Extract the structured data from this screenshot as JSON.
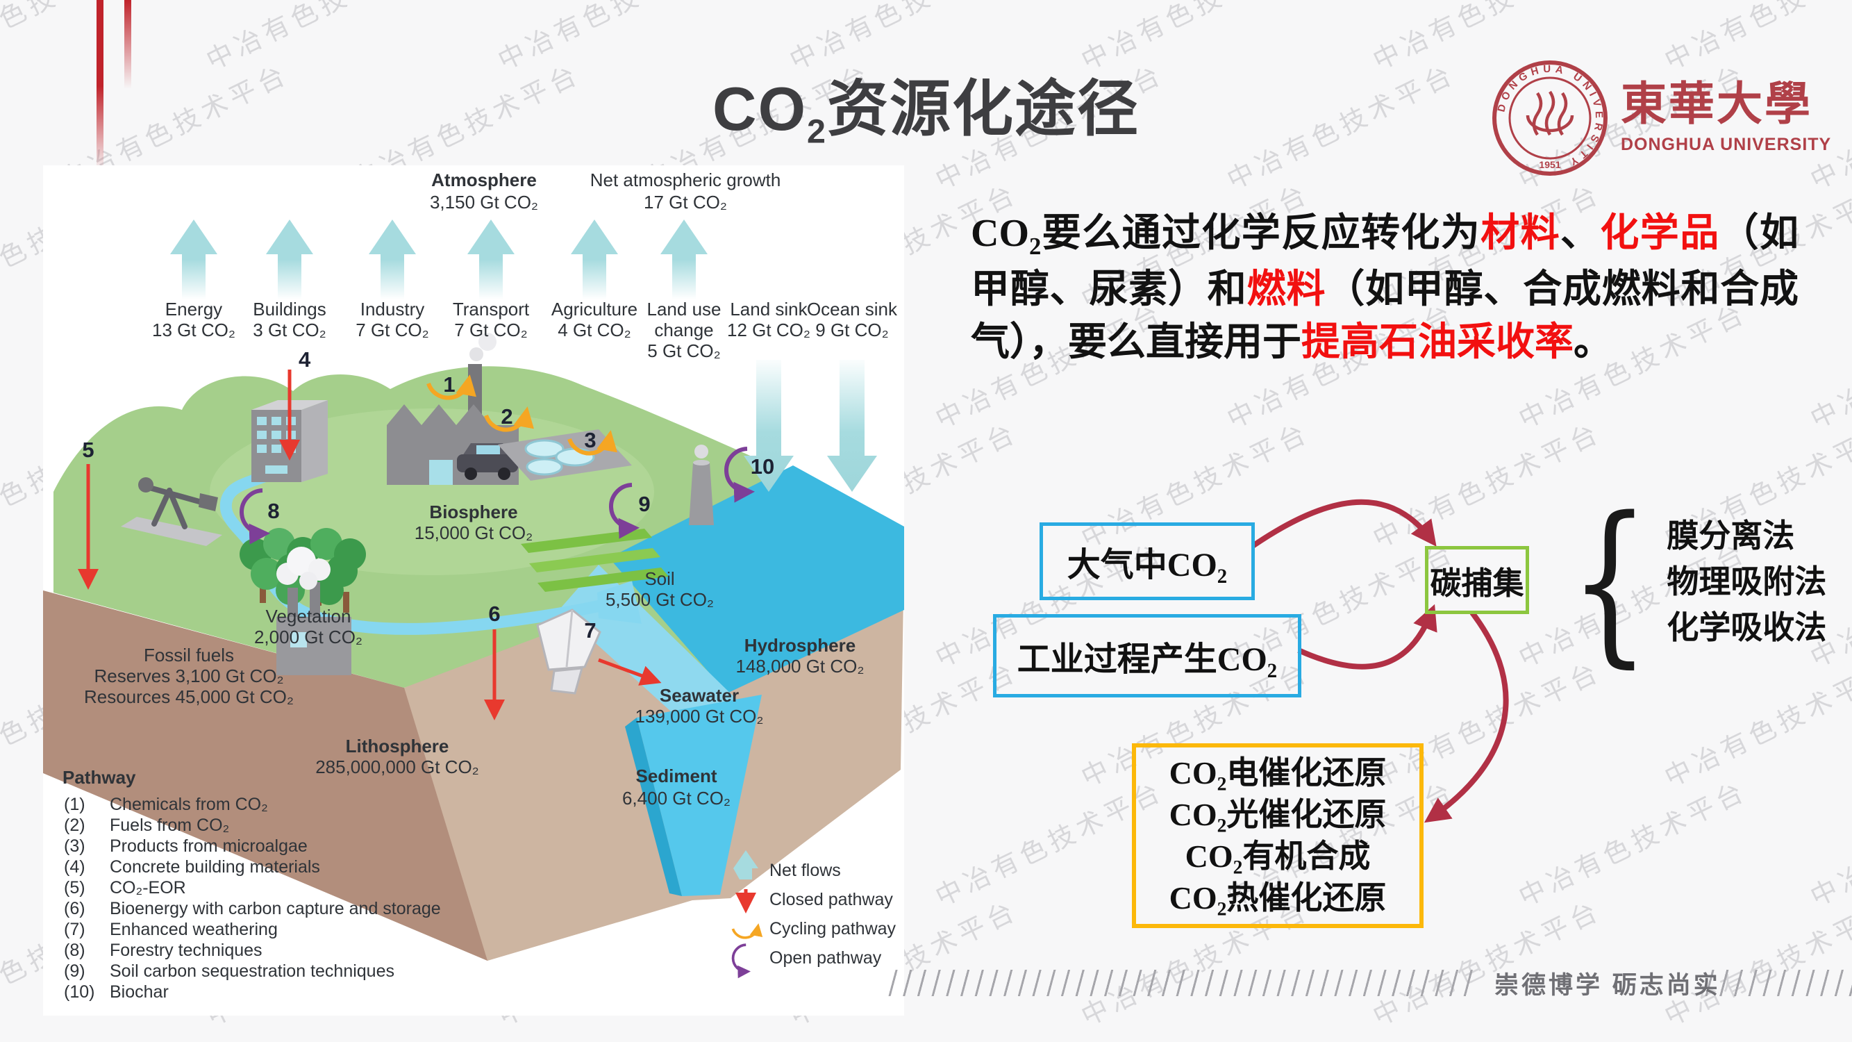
{
  "title": {
    "prefix": "CO",
    "subscript": "2",
    "suffix": "资源化途径"
  },
  "logo": {
    "cn": "東華大學",
    "en": "DONGHUA UNIVERSITY",
    "seal_ring": "DONGHUA UNIVERSITY",
    "seal_year": "1951"
  },
  "watermark": {
    "text": "中冶有色技术平台"
  },
  "motto": "崇德博学 砺志尚实",
  "paragraph": {
    "segments": [
      {
        "text": "CO",
        "style": "b"
      },
      {
        "text": "2",
        "style": "bsub"
      },
      {
        "text": "要么通过化学反应转化为",
        "style": "b"
      },
      {
        "text": "材料",
        "style": "r"
      },
      {
        "text": "、",
        "style": "b"
      },
      {
        "text": "化学品",
        "style": "r"
      },
      {
        "text": "（如甲醇、尿素）和",
        "style": "b"
      },
      {
        "text": "燃料",
        "style": "r"
      },
      {
        "text": "（如甲醇、合成燃料和合成气），要么直接用于",
        "style": "b"
      },
      {
        "text": "提高石油采收率",
        "style": "r"
      },
      {
        "text": "。",
        "style": "b"
      }
    ]
  },
  "flowchart": {
    "inputs": [
      "大气中CO₂",
      "工业过程产生CO₂"
    ],
    "capture": "碳捕集",
    "brace": "{",
    "methods": [
      "膜分离法",
      "物理吸附法",
      "化学吸收法"
    ],
    "routes": [
      "CO₂电催化还原",
      "CO₂光催化还原",
      "CO₂有机合成",
      "CO₂热催化还原"
    ]
  },
  "diagram": {
    "atmosphere": {
      "name": "Atmosphere",
      "value": "3,150 Gt CO₂"
    },
    "net_growth": {
      "name": "Net atmospheric growth",
      "value": "17 Gt CO₂"
    },
    "sources": [
      {
        "name": "Energy",
        "value": "13 Gt CO₂"
      },
      {
        "name": "Buildings",
        "value": "3 Gt CO₂"
      },
      {
        "name": "Industry",
        "value": "7 Gt CO₂"
      },
      {
        "name": "Transport",
        "value": "7 Gt CO₂"
      },
      {
        "name": "Agriculture",
        "value": "4 Gt CO₂"
      },
      {
        "name": "Land use",
        "name2": "change",
        "value": "5 Gt CO₂"
      }
    ],
    "sinks": [
      {
        "name": "Land sink",
        "value": "12 Gt CO₂"
      },
      {
        "name": "Ocean sink",
        "value": "9 Gt CO₂"
      }
    ],
    "reservoirs": {
      "biosphere": {
        "name": "Biosphere",
        "value": "15,000 Gt CO₂"
      },
      "soil": {
        "name": "Soil",
        "value": "5,500 Gt CO₂"
      },
      "vegetation": {
        "name": "Vegetation",
        "value": "2,000 Gt CO₂"
      },
      "fossil": {
        "name": "Fossil fuels",
        "line1": "Reserves 3,100 Gt CO₂",
        "line2": "Resources 45,000 Gt CO₂"
      },
      "lithosphere": {
        "name": "Lithosphere",
        "value": "285,000,000 Gt CO₂"
      },
      "hydrosphere": {
        "name": "Hydrosphere",
        "value": "148,000 Gt CO₂"
      },
      "seawater": {
        "name": "Seawater",
        "value": "139,000 Gt CO₂"
      },
      "sediment": {
        "name": "Sediment",
        "value": "6,400 Gt CO₂"
      }
    },
    "markers": [
      "1",
      "2",
      "3",
      "4",
      "5",
      "6",
      "7",
      "8",
      "9",
      "10"
    ],
    "pathway_legend": {
      "title": "Pathway",
      "items": [
        {
          "num": "(1)",
          "label": "Chemicals from CO₂"
        },
        {
          "num": "(2)",
          "label": "Fuels from CO₂"
        },
        {
          "num": "(3)",
          "label": "Products from microalgae"
        },
        {
          "num": "(4)",
          "label": "Concrete building materials"
        },
        {
          "num": "(5)",
          "label": "CO₂-EOR"
        },
        {
          "num": "(6)",
          "label": "Bioenergy with carbon capture and storage"
        },
        {
          "num": "(7)",
          "label": "Enhanced weathering"
        },
        {
          "num": "(8)",
          "label": "Forestry techniques"
        },
        {
          "num": "(9)",
          "label": "Soil carbon sequestration techniques"
        },
        {
          "num": "(10)",
          "label": "Biochar"
        }
      ]
    },
    "flow_legend": [
      {
        "icon": "net-flows-arrow",
        "label": "Net flows"
      },
      {
        "icon": "closed-pathway-arrow",
        "label": "Closed pathway"
      },
      {
        "icon": "cycling-pathway-arrow",
        "label": "Cycling pathway"
      },
      {
        "icon": "open-pathway-arrow",
        "label": "Open pathway"
      }
    ]
  },
  "colors": {
    "slide_bg": "#f7f7f8",
    "accent_red_bar": "#c0232b",
    "paragraph_red": "#f21010",
    "box_blue": "#29abe2",
    "box_green": "#8cc63f",
    "box_yellow": "#fcb80a",
    "flow_arrow_crimson": "#b13045",
    "teal_arrow": "#a6dbdf",
    "closed_red": "#e8392e",
    "cycling_orange": "#f5a623",
    "open_purple": "#7d3f98",
    "logo_red": "#b04048",
    "title_color": "#3e3e41",
    "motto_gray": "#6f6f74"
  }
}
